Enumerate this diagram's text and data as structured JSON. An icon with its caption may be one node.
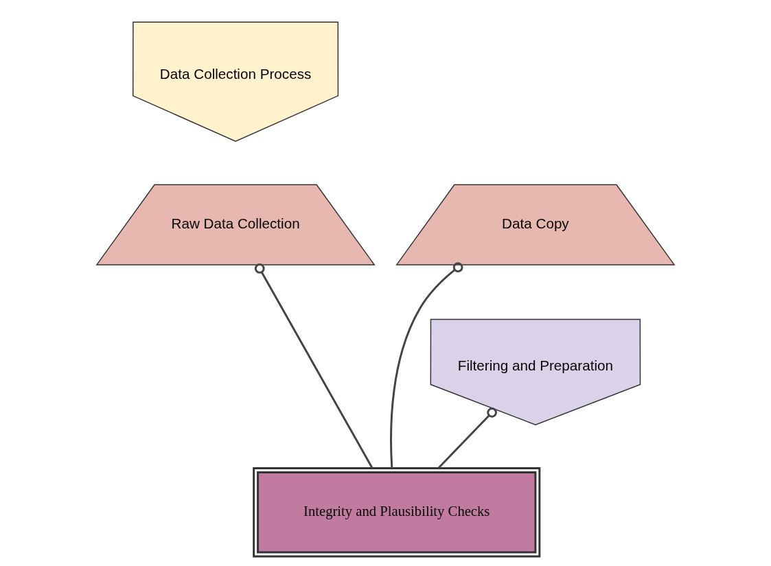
{
  "diagram": {
    "nodes": [
      {
        "text": [
          "Data Collection Process"
        ]
      },
      {
        "text": [
          "Raw Data Collection"
        ]
      },
      {
        "text": [
          "Data Copy"
        ]
      },
      {
        "text": [
          "Filtering and Preparation"
        ]
      },
      {
        "text": [
          "Integrity and Plausibility Checks"
        ]
      }
    ],
    "edges": [
      {
        "from": 4,
        "to": 1,
        "arrow": "other"
      },
      {
        "from": 4,
        "to": 2,
        "arrow": "other"
      },
      {
        "from": 4,
        "to": 3,
        "arrow": "other"
      }
    ]
  }
}
